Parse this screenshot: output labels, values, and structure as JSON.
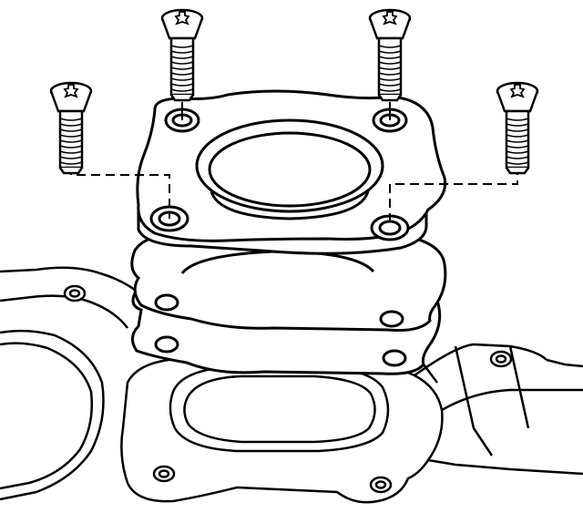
{
  "diagram": {
    "style": "black line art on white",
    "line_color": "#000000",
    "background_color": "#ffffff",
    "components": [
      {
        "id": "screw-front-left",
        "kind": "countersunk torx screw"
      },
      {
        "id": "screw-rear-left",
        "kind": "countersunk torx screw"
      },
      {
        "id": "screw-rear-right",
        "kind": "countersunk torx screw"
      },
      {
        "id": "screw-front-right",
        "kind": "countersunk torx screw"
      },
      {
        "id": "mounting-flange",
        "kind": "flange with four bolt holes"
      },
      {
        "id": "upper-gasket",
        "kind": "gasket"
      },
      {
        "id": "lower-gasket",
        "kind": "gasket"
      },
      {
        "id": "base-housing",
        "kind": "housing / cylinder head section"
      }
    ]
  }
}
